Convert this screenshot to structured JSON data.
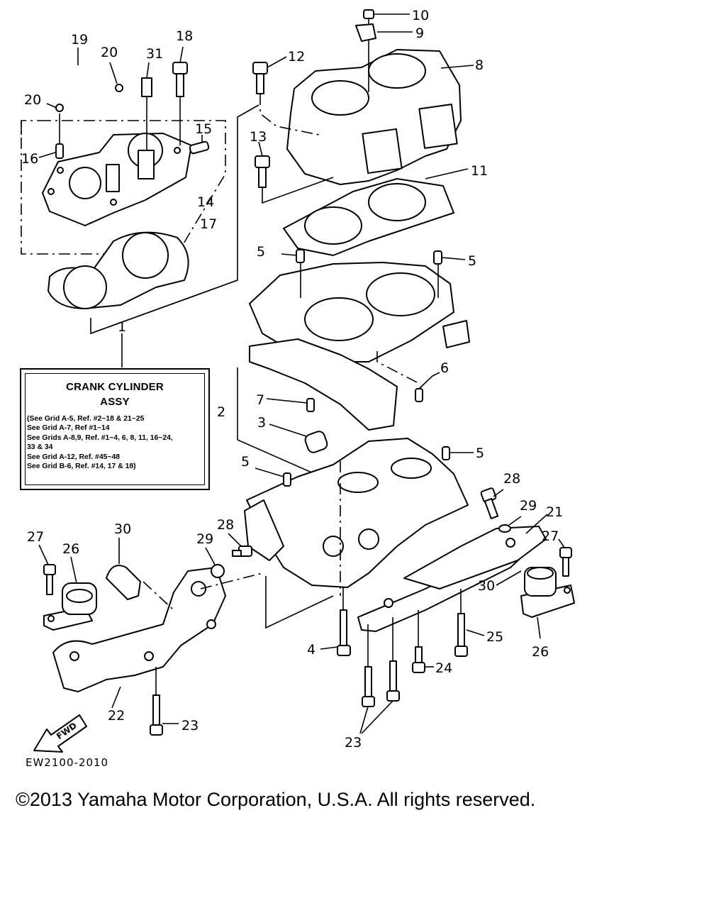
{
  "info_box": {
    "title_line1": "CRANK CYLINDER",
    "title_line2": "ASSY",
    "lines": [
      "(See Grid A-5, Ref. #2~18 & 21~25",
      "See Grid A-7, Ref #1~14",
      "See Grids A-8,9, Ref. #1~4, 6, 8, 11, 16~24,",
      "33 & 34",
      "See Grid A-12, Ref. #45~48",
      "See Grid B-6, Ref. #14, 17 & 18)"
    ]
  },
  "callouts": {
    "c10": "10",
    "c9": "9",
    "c8": "8",
    "c12": "12",
    "c11": "11",
    "c13": "13",
    "c19": "19",
    "c18": "18",
    "c20a": "20",
    "c31": "31",
    "c20b": "20",
    "c15": "15",
    "c16": "16",
    "c14": "14",
    "c17": "17",
    "c5a": "5",
    "c5b": "5",
    "c5c": "5",
    "c5d": "5",
    "c1": "1",
    "c6": "6",
    "c7": "7",
    "c2": "2",
    "c3": "3",
    "c28a": "28",
    "c29a": "29",
    "c21": "21",
    "c27a": "27",
    "c27b": "27",
    "c26a": "26",
    "c30a": "30",
    "c29b": "29",
    "c28b": "28",
    "c30b": "30",
    "c26b": "26",
    "c25": "25",
    "c4": "4",
    "c24": "24",
    "c22": "22",
    "c23a": "23",
    "c23b": "23"
  },
  "fwd_label": "FWD",
  "diagram_code": "EW2100-2010",
  "copyright": "©2013 Yamaha Motor Corporation, U.S.A. All rights reserved."
}
